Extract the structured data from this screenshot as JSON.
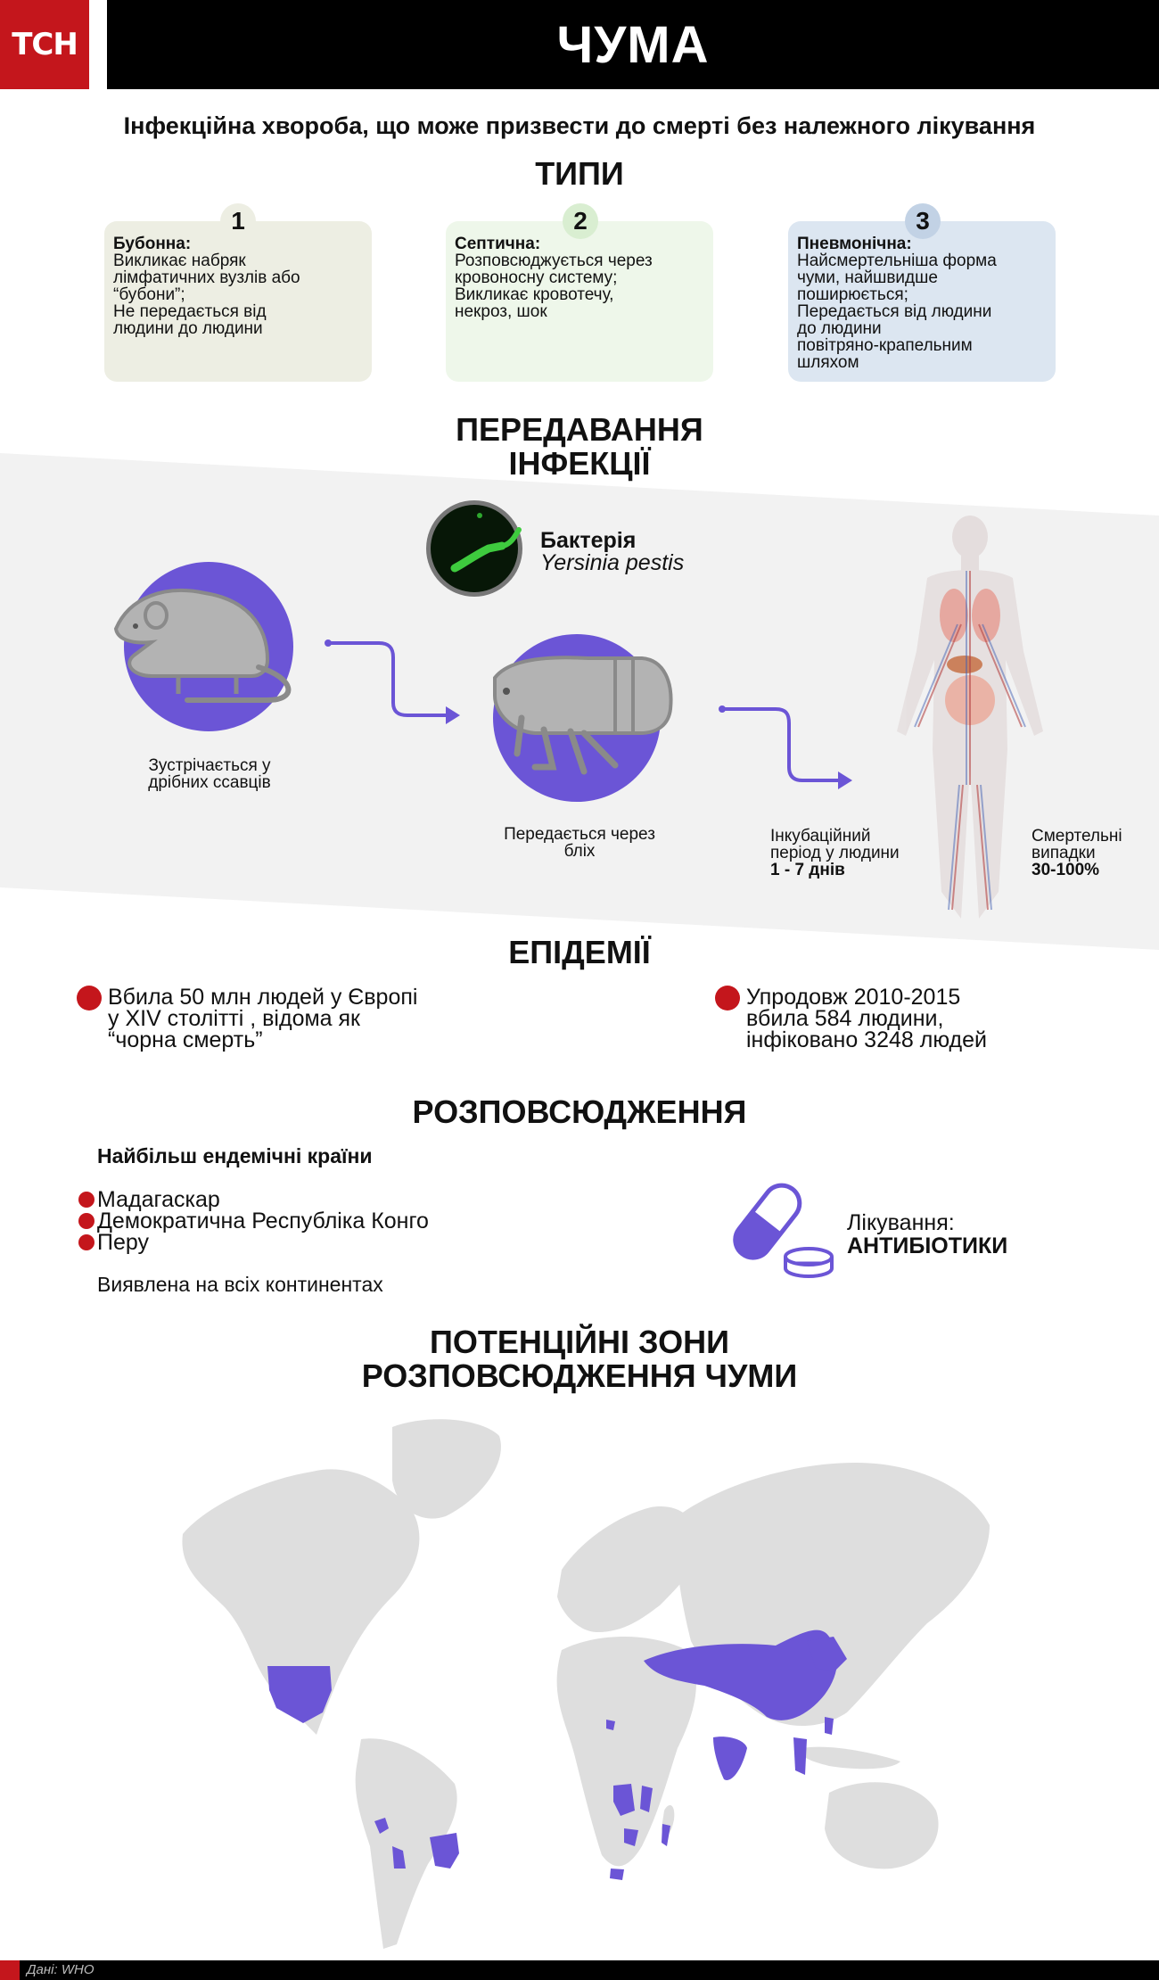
{
  "header": {
    "logo": "ТСН",
    "title": "ЧУМА"
  },
  "subtitle": "Інфекційна хвороба, що може призвести до смерті без належного лікування",
  "types": {
    "title": "ТИПИ",
    "items": [
      {
        "num": "1",
        "name": "Бубонна:",
        "desc": "Викликає набряк\nлімфатичних вузлів або\n“бубони”;\nНе передається від\nлюдини до людини",
        "bg": "#edeee3",
        "badge_bg": "#edeee3"
      },
      {
        "num": "2",
        "name": "Септична:",
        "desc": "Розповсюджується через\nкровоносну систему;\nВикликає кровотечу,\nнекроз, шок",
        "bg": "#eef7ea",
        "badge_bg": "#d9eed1"
      },
      {
        "num": "3",
        "name": "Пневмонічна:",
        "desc": "Найсмертельніша форма\nчуми, найшвидше\nпоширюється;\nПередається від людини\nдо людини\nповітряно-крапельним\nшляхом",
        "bg": "#dce6f1",
        "badge_bg": "#c2d2e5"
      }
    ]
  },
  "transmission": {
    "title_line1": "ПЕРЕДАВАННЯ",
    "title_line2": "ІНФЕКЦІЇ",
    "bacteria_label": "Бактерія",
    "bacteria_name": "Yersinia pestis",
    "mammals": "Зустрічається у\nдрібних ссавців",
    "fleas": "Передається через\nбліх",
    "incubation": "Інкубаційний\nперіод у людини",
    "incubation_value": "1 - 7 днів",
    "mortality": "Смертельні\nвипадки",
    "mortality_value": "30-100%"
  },
  "epidemics": {
    "title": "ЕПІДЕМІЇ",
    "left": "Вбила 50 млн людей у Європі\nу XIV столітті , відома як\n“чорна смерть”",
    "right": "Упродовж 2010-2015\nвбила 584 людини,\nінфіковано 3248 людей"
  },
  "spread": {
    "title": "РОЗПОВСЮДЖЕННЯ",
    "endemic_title": "Найбільш ендемічні країни",
    "countries": [
      "Мадагаскар",
      "Демократична Республіка Конго",
      "Перу"
    ],
    "found": "Виявлена на всіх континентах",
    "treatment_label": "Лікування:",
    "treatment_value": "АНТИБІОТИКИ"
  },
  "map": {
    "title_line1": "ПОТЕНЦІЙНІ ЗОНИ",
    "title_line2": "РОЗПОВСЮДЖЕННЯ ЧУМИ"
  },
  "footer": {
    "source": "Дані: WHO"
  },
  "colors": {
    "accent": "#6b55d6",
    "brand_red": "#c4161c",
    "land": "#dedede",
    "band": "#f2f2f2"
  }
}
